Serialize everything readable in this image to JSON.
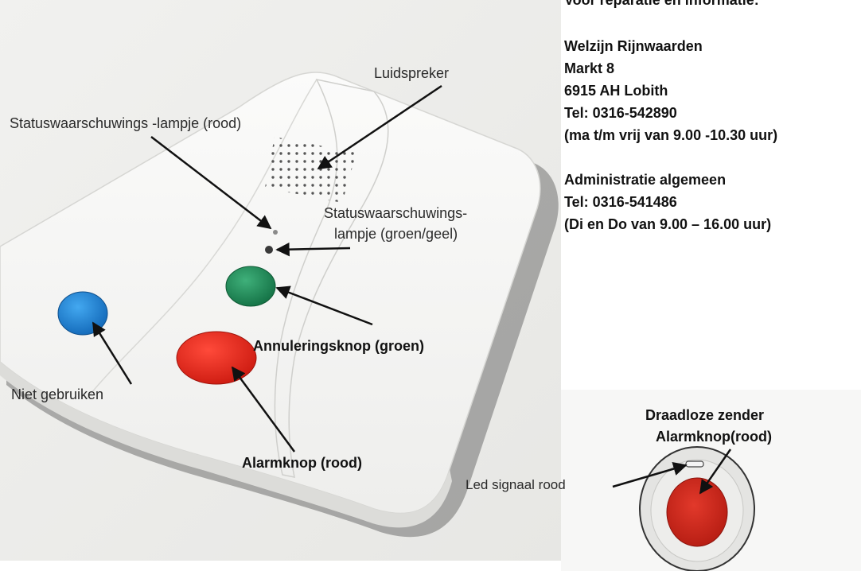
{
  "info": {
    "heading": "Voor reparatie en informatie:",
    "org_lines": [
      "Welzijn Rijnwaarden",
      "Markt 8",
      "6915 AH Lobith",
      "Tel: 0316-542890",
      "(ma t/m vrij van 9.00 -10.30 uur)"
    ],
    "admin_lines": [
      "Administratie algemeen",
      "Tel: 0316-541486",
      "(Di en Do van 9.00 – 16.00 uur)"
    ]
  },
  "device_labels": {
    "speaker": "Luidspreker",
    "status_red": "Statuswaarschuwings -lampje (rood)",
    "status_green_line1": "Statuswaarschuwings-",
    "status_green_line2": "lampje (groen/geel)",
    "cancel_button": "Annuleringsknop (groen)",
    "do_not_use": "Niet gebruiken",
    "alarm_button": "Alarmknop (rood)"
  },
  "transmitter": {
    "title": "Draadloze zender",
    "button_label": "Alarmknop(rood)",
    "led_label": "Led signaal rood"
  },
  "colors": {
    "green_button": "#1e8a55",
    "red_button": "#e8261c",
    "blue_button": "#1f86d6",
    "transmitter_red": "#d42a1d"
  }
}
